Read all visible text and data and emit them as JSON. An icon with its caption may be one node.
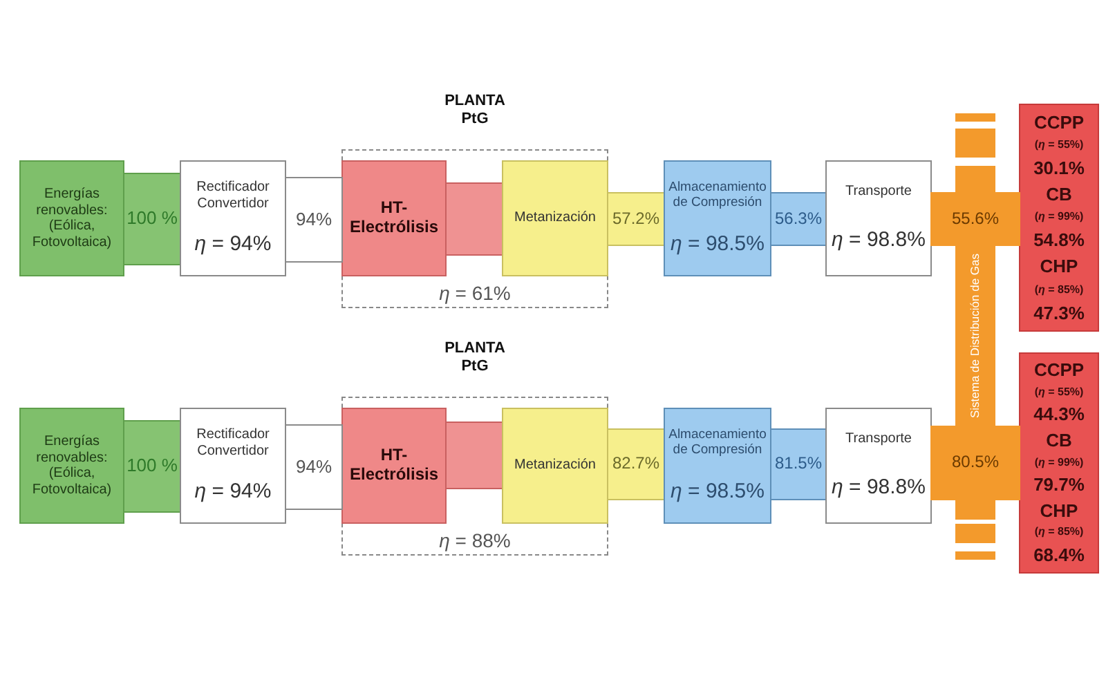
{
  "diagram": {
    "nodes": [
      {
        "text": [
          "Energías renovables: (Eólica, Fotovoltaica)"
        ]
      },
      {
        "text": [
          "100 %"
        ]
      },
      {
        "text": [
          "Rectificador Convertidor",
          "*η* = 94%"
        ]
      },
      {
        "text": [
          "94%"
        ]
      },
      {
        "text": [
          "PLANTA PtG",
          "*η* = 61%"
        ]
      },
      {
        "text": [
          "HT-Electrólisis"
        ],
        "in": 4
      },
      {
        "text": [],
        "shape": "bar",
        "in": 4
      },
      {
        "text": [
          "Metanización"
        ],
        "in": 4
      },
      {
        "text": [
          "57.2%"
        ]
      },
      {
        "text": [
          "Almacenamiento de Compresión",
          "*η* = 98.5%"
        ]
      },
      {
        "text": [
          "56.3%"
        ]
      },
      {
        "text": [
          "Transporte",
          "*η* = 98.8%"
        ]
      },
      {
        "text": [
          "55.6%"
        ]
      },
      {
        "text": [
          "Sistema de Distribución de Gas"
        ]
      },
      {
        "text": [
          "CCPP",
          "(*η* = 55%)",
          "30.1%",
          "CB",
          "(*η* = 99%)",
          "54.8%",
          "CHP",
          "(*η* = 85%)",
          "47.3%"
        ]
      },
      {
        "text": [
          "Energías renovables: (Eólica, Fotovoltaica)"
        ]
      },
      {
        "text": [
          "100 %"
        ]
      },
      {
        "text": [
          "Rectificador Convertidor",
          "*η* = 94%"
        ]
      },
      {
        "text": [
          "94%"
        ]
      },
      {
        "text": [
          "PLANTA PtG",
          "*η* = 88%"
        ]
      },
      {
        "text": [
          "HT-Electrólisis"
        ],
        "in": 19
      },
      {
        "text": [],
        "shape": "bar",
        "in": 19
      },
      {
        "text": [
          "Metanización"
        ],
        "in": 19
      },
      {
        "text": [
          "82.7%"
        ]
      },
      {
        "text": [
          "Almacenamiento de Compresión",
          "*η* = 98.5%"
        ]
      },
      {
        "text": [
          "81.5%"
        ]
      },
      {
        "text": [
          "Transporte",
          "*η* = 98.8%"
        ]
      },
      {
        "text": [
          "80.5%"
        ]
      },
      {
        "text": [
          "CCPP",
          "(*η* = 55%)",
          "44.3%",
          "CB",
          "(*η* = 99%)",
          "79.7%",
          "CHP",
          "(*η* = 85%)",
          "68.4%"
        ]
      }
    ]
  }
}
